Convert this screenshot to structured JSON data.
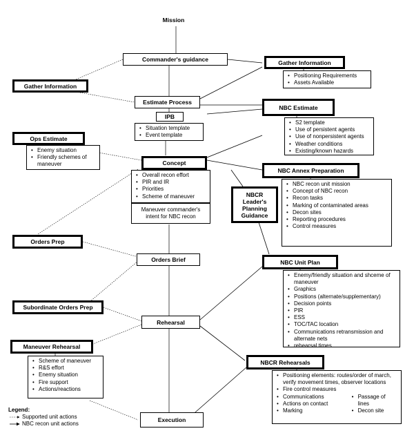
{
  "nodes": {
    "mission": "Mission",
    "commanders_guidance": "Commander's guidance",
    "gather_info_left": "Gather Information",
    "gather_info_right": "Gather Information",
    "estimate_process": "Estimate Process",
    "ipb": "IPB",
    "nbc_estimate": "NBC Estimate",
    "ops_estimate": "Ops Estimate",
    "concept": "Concept",
    "nbc_annex": "NBC Annex Preparation",
    "nbcr_guidance": "NBCR Leader's Planning Guidance",
    "orders_prep": "Orders Prep",
    "orders_brief": "Orders Brief",
    "nbc_unit_plan": "NBC Unit Plan",
    "subordinate_orders_prep": "Subordinate Orders Prep",
    "rehearsal": "Rehearsal",
    "maneuver_rehearsal": "Maneuver Rehearsal",
    "nbcr_rehearsals": "NBCR Rehearsals",
    "execution": "Execution",
    "intent_note": "Maneuver commander's intent for NBC recon"
  },
  "lists": {
    "gather_info": [
      "Positioning Requirements",
      "Assets Available"
    ],
    "ipb": [
      "Situation template",
      "Event template"
    ],
    "nbc_estimate": [
      "S2 template",
      "Use of persistent agents",
      "Use of nonpersistent agents",
      "Weather conditions",
      "Existing/known hazards"
    ],
    "ops_estimate": [
      "Enemy situation",
      "Friendly schemes of maneuver"
    ],
    "concept": [
      "Overall recon effort",
      "PIR and IR",
      "Priorities",
      "Scheme of maneuver"
    ],
    "nbc_annex": [
      "NBC recon unit mission",
      "Concept of NBC recon",
      "Recon tasks",
      "Marking of contaminated areas",
      "Decon sites",
      "Reporting procedures",
      "Control measures"
    ],
    "nbc_unit_plan": [
      "Enemy/friendly situation and shceme of maneuver",
      "Graphics",
      "Positions (alternate/supplementary)",
      "Decision points",
      "PIR",
      "ESS",
      "TOC/TAC location",
      "Communications retransmission and alternate nets",
      "rehearsal times"
    ],
    "maneuver_rehearsal": [
      "Scheme of maneuver",
      "R&S effort",
      "Enemy situation",
      "Fire support",
      "Actions/reactions"
    ],
    "nbcr_rehearsals": [
      "Positioning elements: routes/order of march, verify movement times, observer locations",
      "Fire control measures"
    ],
    "nbcr_rehearsals_col1": [
      "Communications",
      "Actions on contact",
      "Marking"
    ],
    "nbcr_rehearsals_col2": [
      "Passage of lines",
      "Decon site"
    ]
  },
  "legend": {
    "title": "Legend:",
    "supported": "Supported unit actions",
    "nbc": "NBC recon unit actions"
  }
}
